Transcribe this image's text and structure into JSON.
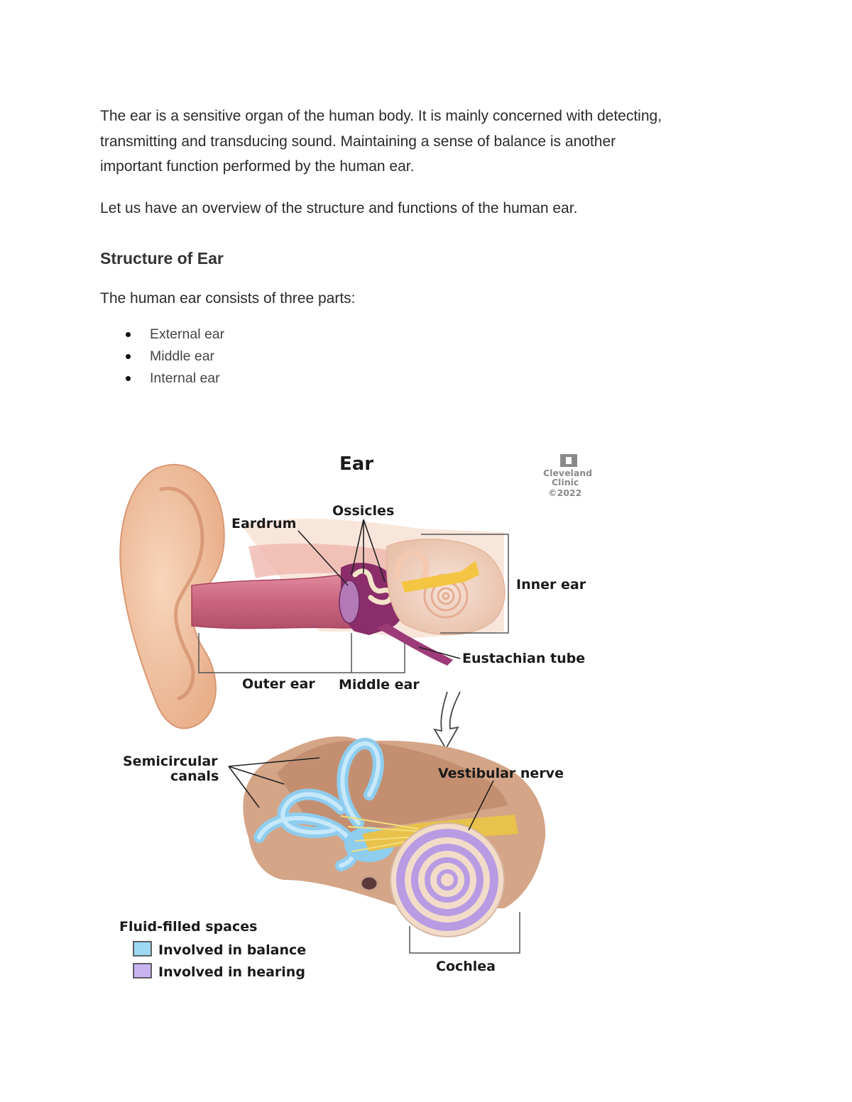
{
  "intro": {
    "line1": "The ear is a sensitive organ of the human body. It is mainly concerned with detecting,",
    "line2": "transmitting and transducing sound. Maintaining a sense of balance is another",
    "line3": "important function performed by the human ear."
  },
  "overview": "Let us have an overview of the structure and functions of the human ear.",
  "section": {
    "heading": "Structure of Ear",
    "lead": "The human ear consists of three parts:",
    "parts": [
      "External ear",
      "Middle ear",
      "Internal ear"
    ]
  },
  "figure": {
    "title": "Ear",
    "credit": {
      "line1": "Cleveland",
      "line2": "Clinic",
      "line3": "©2022"
    },
    "labels": {
      "ossicles": "Ossicles",
      "eardrum": "Eardrum",
      "inner_ear": "Inner ear",
      "eustachian_tube": "Eustachian tube",
      "outer_ear": "Outer ear",
      "middle_ear": "Middle ear",
      "semicircular_1": "Semicircular",
      "semicircular_2": "canals",
      "vestibular_nerve": "Vestibular nerve",
      "cochlea": "Cochlea"
    },
    "legend": {
      "title": "Fluid-filled spaces",
      "items": [
        {
          "label": "Involved in balance",
          "color": "#9fd8f3"
        },
        {
          "label": "Involved in hearing",
          "color": "#c9b3ef"
        }
      ]
    }
  }
}
